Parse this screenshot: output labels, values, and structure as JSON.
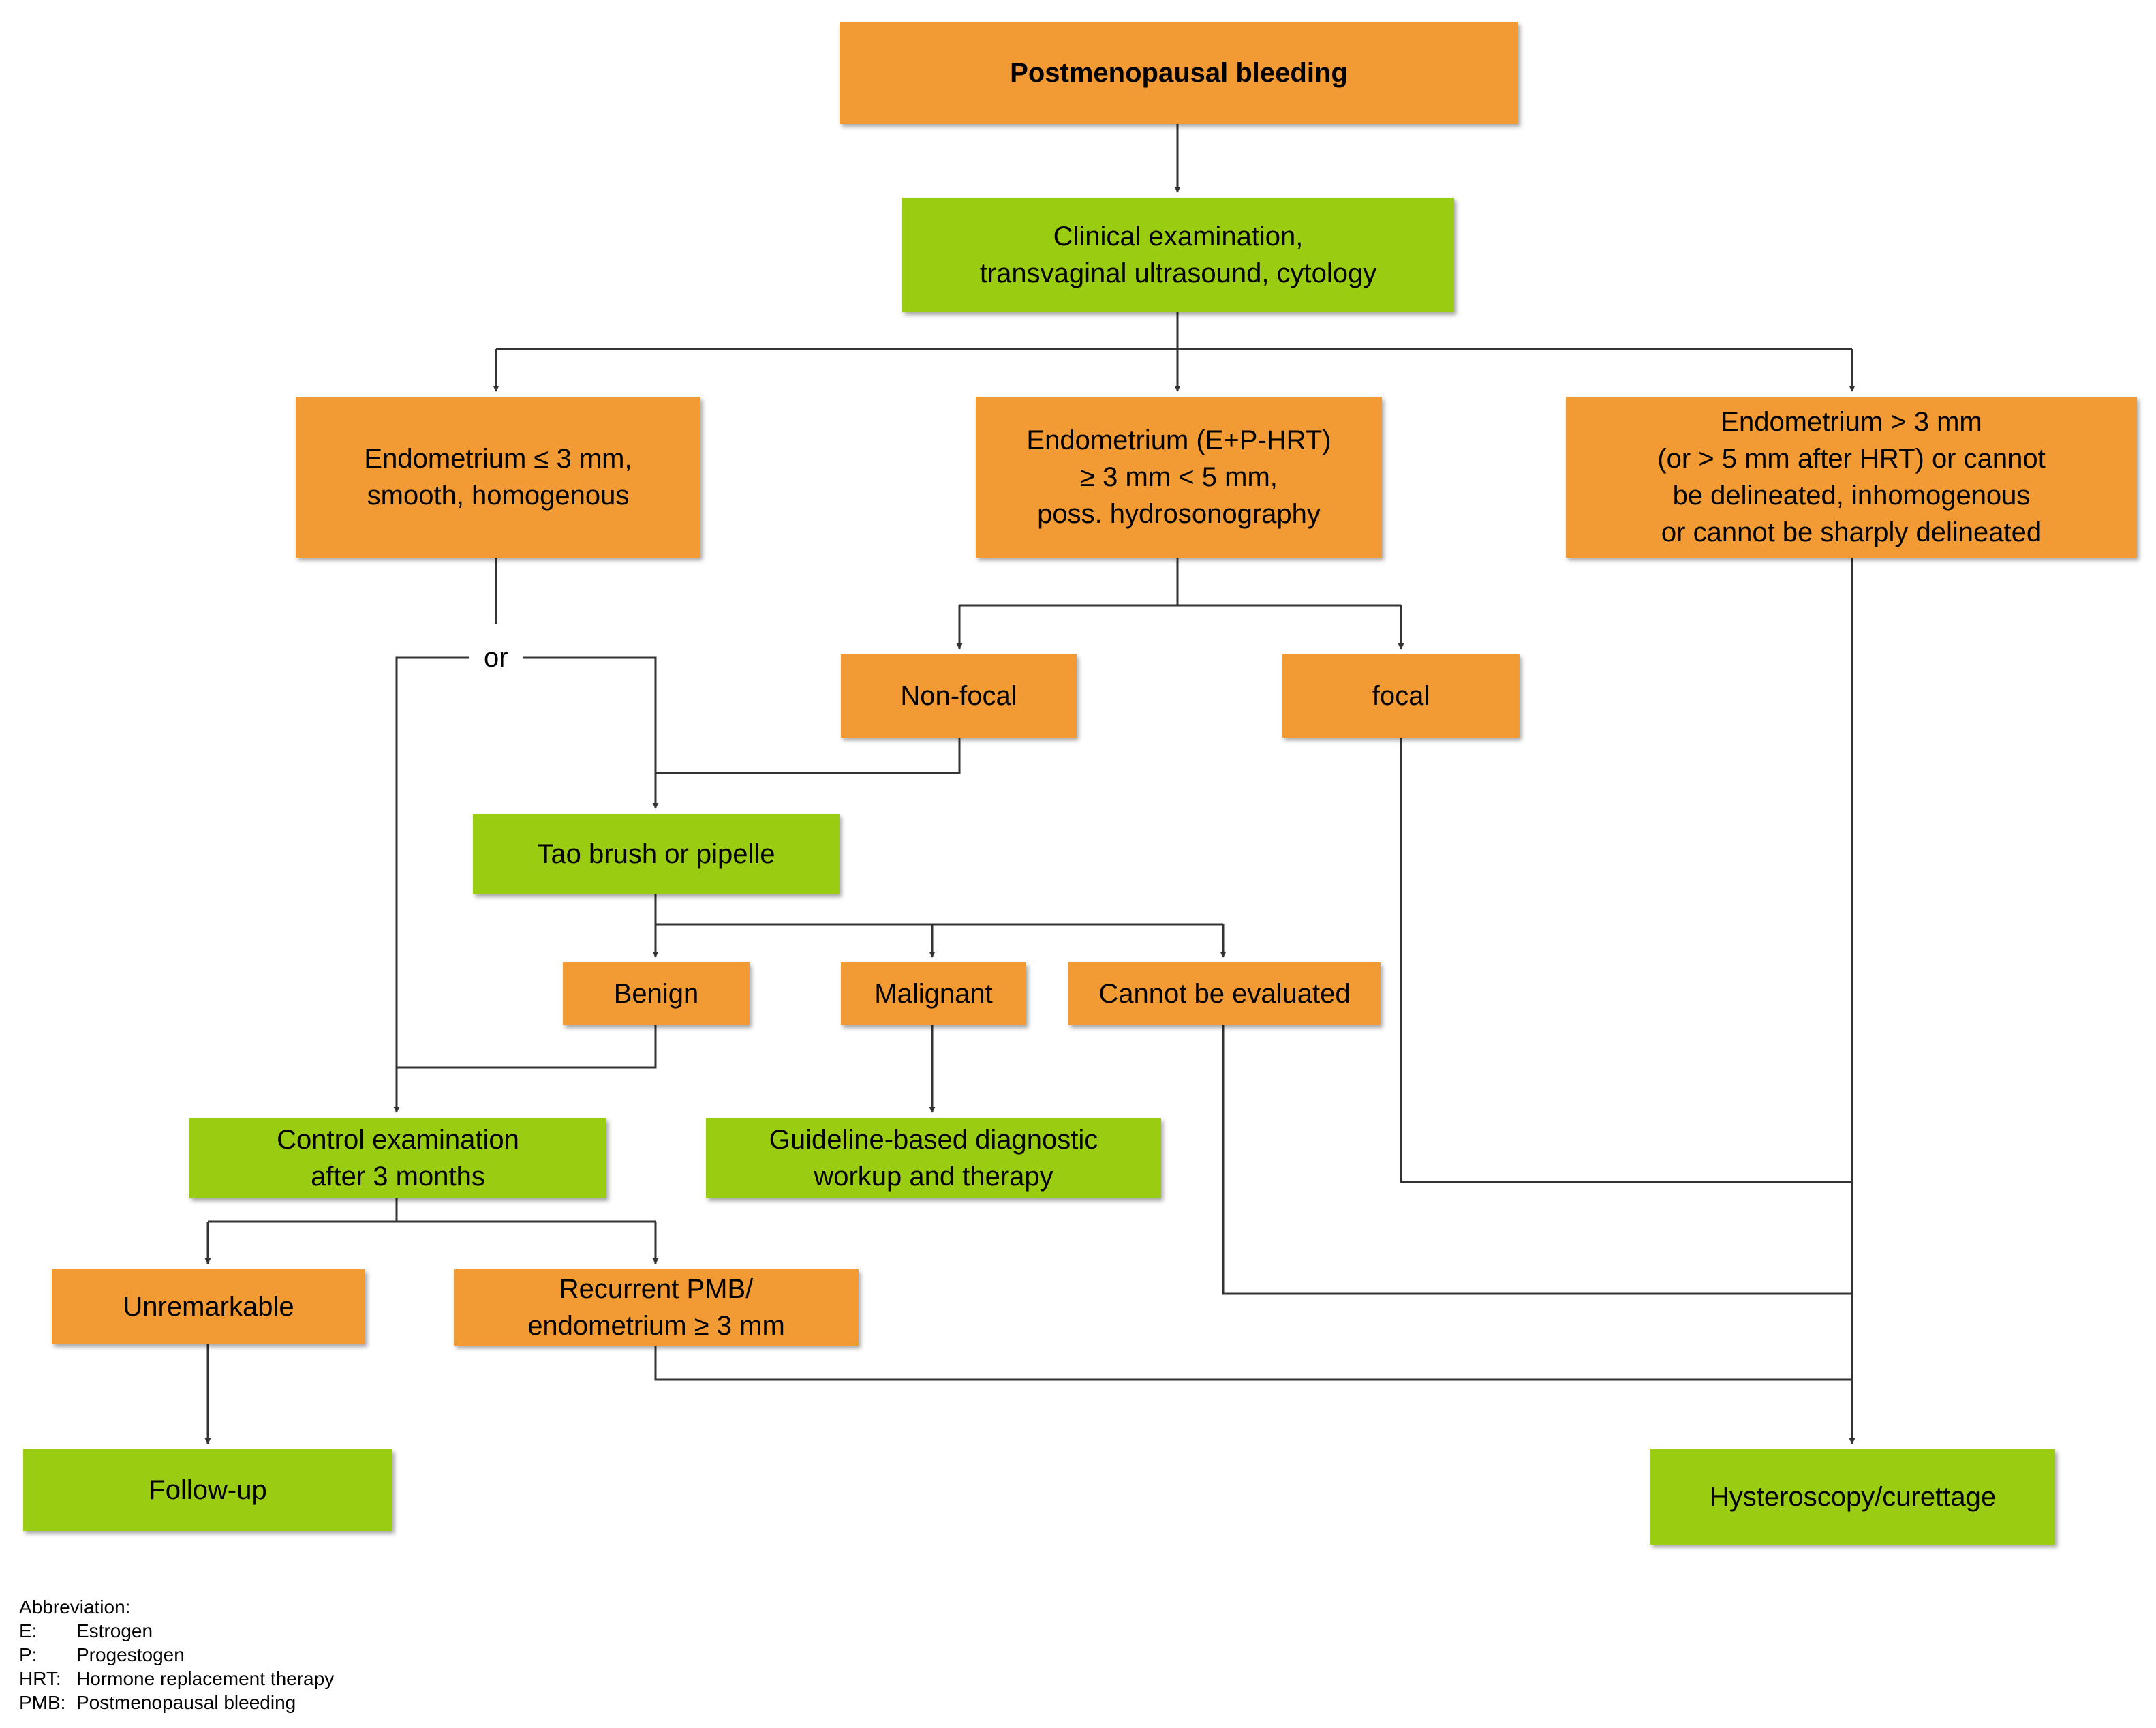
{
  "nodes": {
    "pmb": "Postmenopausal bleeding",
    "clinical": [
      "Clinical examination,",
      "transvaginal ultrasound, cytology"
    ],
    "endo_low": [
      "Endometrium ≤ 3 mm,",
      "smooth, homogenous"
    ],
    "endo_mid": [
      "Endometrium (E+P-HRT)",
      "≥ 3 mm < 5 mm,",
      "poss. hydrosonography"
    ],
    "endo_high": [
      "Endometrium > 3 mm",
      "(or > 5 mm after HRT) or cannot",
      "be delineated, inhomogenous",
      "or cannot be sharply delineated"
    ],
    "nonfocal": "Non-focal",
    "focal": "focal",
    "tao": "Tao brush or pipelle",
    "benign": "Benign",
    "malignant": "Malignant",
    "cannot_eval": "Cannot be evaluated",
    "control": [
      "Control examination",
      "after 3 months"
    ],
    "guideline": [
      "Guideline-based diagnostic",
      "workup and therapy"
    ],
    "unremarkable": "Unremarkable",
    "recurrent": [
      "Recurrent PMB/",
      "endometrium ≥ 3 mm"
    ],
    "followup": "Follow-up",
    "hysteroscopy": "Hysteroscopy/curettage"
  },
  "or_label": "or",
  "abbreviations": {
    "title": "Abbreviation:",
    "items": [
      {
        "key": "E:",
        "value": "Estrogen"
      },
      {
        "key": "P:",
        "value": "Progestogen"
      },
      {
        "key": "HRT:",
        "value": "Hormone replacement therapy"
      },
      {
        "key": "PMB:",
        "value": "Postmenopausal bleeding"
      }
    ]
  },
  "colors": {
    "orange": "#F29A33",
    "green": "#9ACD12",
    "line": "#333333"
  }
}
